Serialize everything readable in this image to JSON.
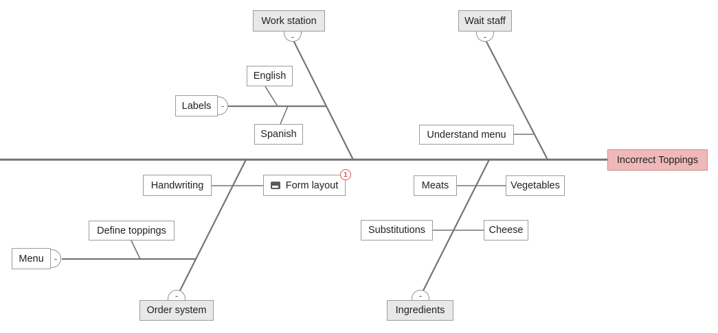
{
  "diagram": {
    "type": "fishbone",
    "effect": {
      "label": "Incorrect Toppings"
    },
    "categories": {
      "work_station": {
        "label": "Work station",
        "side": "top"
      },
      "wait_staff": {
        "label": "Wait staff",
        "side": "top"
      },
      "order_system": {
        "label": "Order system",
        "side": "bottom"
      },
      "ingredients": {
        "label": "Ingredients",
        "side": "bottom"
      }
    },
    "causes": {
      "labels": {
        "label": "Labels",
        "category": "work_station"
      },
      "english": {
        "label": "English",
        "parent": "labels"
      },
      "spanish": {
        "label": "Spanish",
        "parent": "labels"
      },
      "understand_menu": {
        "label": "Understand menu",
        "category": "wait_staff"
      },
      "handwriting": {
        "label": "Handwriting",
        "category": "order_system"
      },
      "form_layout": {
        "label": "Form layout",
        "category": "order_system",
        "badge": "1",
        "icon": "comment-icon"
      },
      "menu": {
        "label": "Menu",
        "category": "order_system"
      },
      "define_toppings": {
        "label": "Define toppings",
        "parent": "menu"
      },
      "meats": {
        "label": "Meats",
        "category": "ingredients"
      },
      "vegetables": {
        "label": "Vegetables",
        "category": "ingredients"
      },
      "substitutions": {
        "label": "Substitutions",
        "category": "ingredients"
      },
      "cheese": {
        "label": "Cheese",
        "category": "ingredients"
      }
    },
    "ui": {
      "collapse_glyph": "-"
    },
    "colors": {
      "bone_line": "#747474",
      "box_border": "#9b9b9b",
      "category_fill": "#e8e8e8",
      "cause_fill": "#ffffff",
      "effect_fill": "#efb9b9",
      "effect_border": "#cb8b8b",
      "badge": "#ce5550"
    }
  }
}
